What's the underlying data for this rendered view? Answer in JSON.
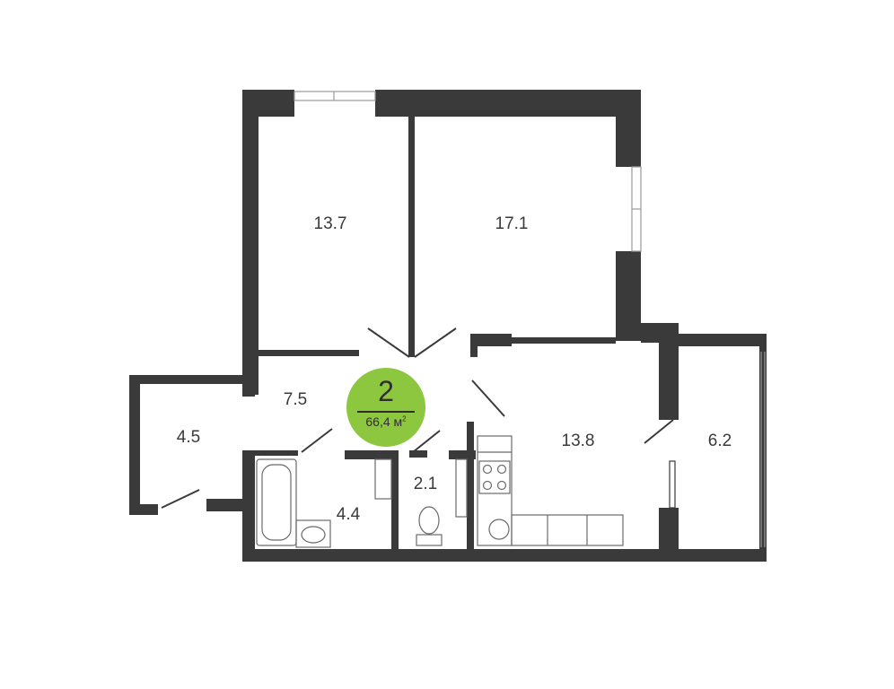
{
  "colors": {
    "wall": "#3a3a3a",
    "accent": "#8dc63f",
    "fixture": "#6a6a6a"
  },
  "rooms": [
    {
      "id": "bedroom",
      "area": "13.7"
    },
    {
      "id": "living-room",
      "area": "17.1"
    },
    {
      "id": "hallway",
      "area": "7.5"
    },
    {
      "id": "loggia-left",
      "area": "4.5"
    },
    {
      "id": "kitchen",
      "area": "13.8"
    },
    {
      "id": "loggia-right",
      "area": "6.2"
    },
    {
      "id": "bathroom",
      "area": "4.4"
    },
    {
      "id": "toilet",
      "area": "2.1"
    }
  ],
  "badge": {
    "rooms": "2",
    "area": "66,4 м",
    "area_unit_sup": "2"
  }
}
